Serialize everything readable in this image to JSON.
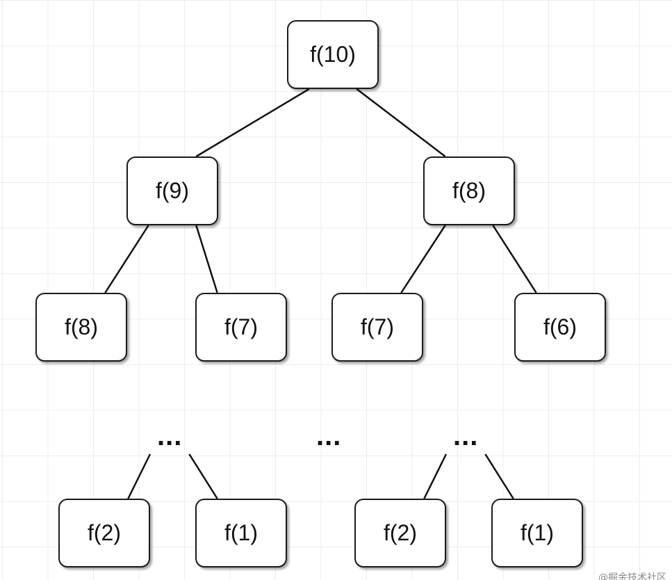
{
  "diagram": {
    "nodes": [
      {
        "id": "n10",
        "label": "f(10)"
      },
      {
        "id": "n9",
        "label": "f(9)"
      },
      {
        "id": "n8a",
        "label": "f(8)"
      },
      {
        "id": "n8b",
        "label": "f(8)"
      },
      {
        "id": "n7a",
        "label": "f(7)"
      },
      {
        "id": "n7b",
        "label": "f(7)"
      },
      {
        "id": "n6",
        "label": "f(6)"
      },
      {
        "id": "n2a",
        "label": "f(2)"
      },
      {
        "id": "n1a",
        "label": "f(1)"
      },
      {
        "id": "n2b",
        "label": "f(2)"
      },
      {
        "id": "n1b",
        "label": "f(1)"
      }
    ],
    "ellipses": [
      {
        "id": "e1",
        "label": "..."
      },
      {
        "id": "e2",
        "label": "..."
      },
      {
        "id": "e3",
        "label": "..."
      }
    ],
    "edges": [
      {
        "from": "n10",
        "to": "n9"
      },
      {
        "from": "n10",
        "to": "n8a"
      },
      {
        "from": "n9",
        "to": "n8b"
      },
      {
        "from": "n9",
        "to": "n7a"
      },
      {
        "from": "n8a",
        "to": "n7b"
      },
      {
        "from": "n8a",
        "to": "n6"
      },
      {
        "from": "e1",
        "to": "n2a"
      },
      {
        "from": "e1",
        "to": "n1a"
      },
      {
        "from": "e3",
        "to": "n2b"
      },
      {
        "from": "e3",
        "to": "n1b"
      }
    ]
  },
  "watermark": "@掘金技术社区"
}
